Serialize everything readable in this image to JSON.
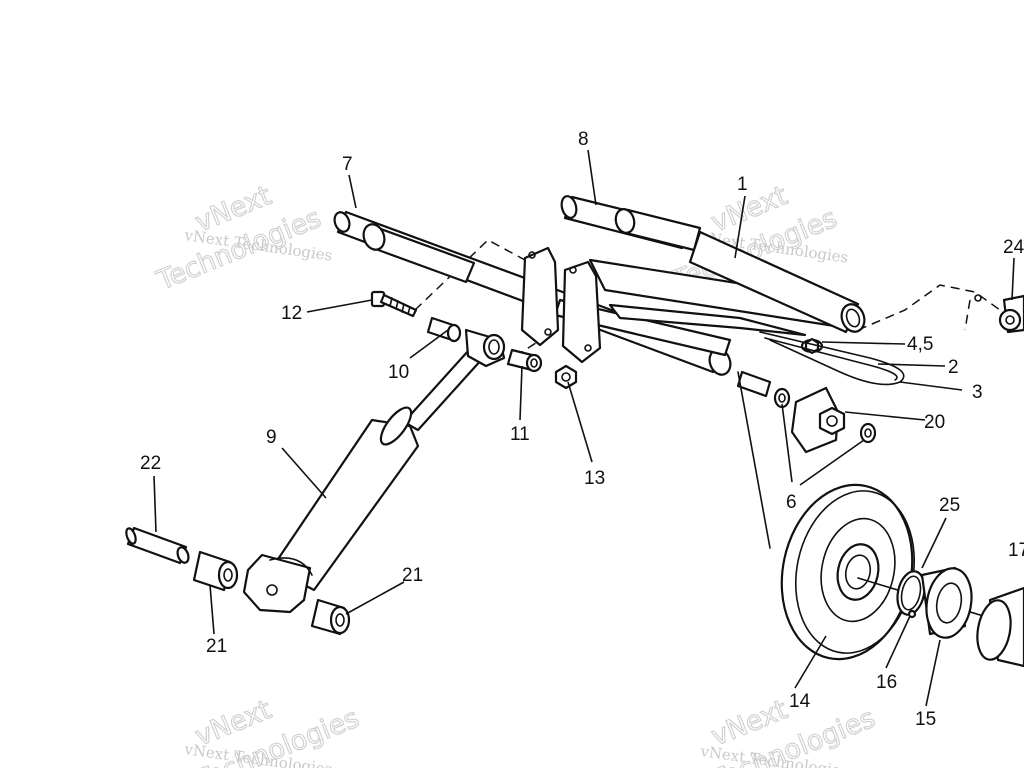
{
  "diagram": {
    "callouts": [
      "1",
      "2",
      "3",
      "4,5",
      "6",
      "7",
      "8",
      "9",
      "10",
      "11",
      "12",
      "13",
      "14",
      "15",
      "16",
      "17",
      "20",
      "21",
      "21",
      "22",
      "24",
      "25"
    ],
    "watermark": {
      "line1": "vNext Technologies",
      "line2": "vNext",
      "line3": "Technologies"
    }
  }
}
